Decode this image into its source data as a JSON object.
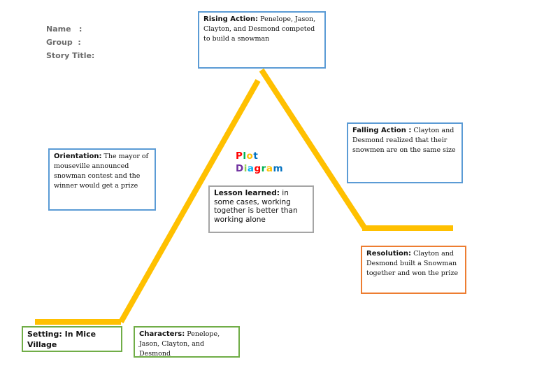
{
  "header": {
    "name_label": "Name   :",
    "group_label": "Group  :",
    "story_title_label": "Story Title:"
  },
  "title": {
    "line1": "Plot",
    "line2": "Diagram",
    "colors": [
      "#ff0000",
      "#00b050",
      "#ffc000",
      "#0070c0",
      "#7030a0",
      "#92d050",
      "#00b0f0"
    ]
  },
  "line_color": "#ffc000",
  "rising_action": {
    "label": "Rising Action:",
    "text": " Penelope, Jason, Clayton, and Desmond competed to build a snowman"
  },
  "falling_action": {
    "label": "Falling Action :",
    "text": " Clayton and Desmond realized that their snowmen are on the same size"
  },
  "orientation": {
    "label": "Orientation:",
    "text": " The mayor of mouseville announced snowman contest and the winner would get a prize"
  },
  "lesson": {
    "label": "Lesson learned:",
    "text": " in some cases, working together is better than working alone"
  },
  "resolution": {
    "label": "Resolution:",
    "text": " Clayton and Desmond built a Snowman together and won the prize"
  },
  "setting": {
    "label": "Setting: In Mice Village"
  },
  "characters": {
    "label": "Characters:",
    "text": " Penelope, Jason, Clayton, and Desmond"
  }
}
